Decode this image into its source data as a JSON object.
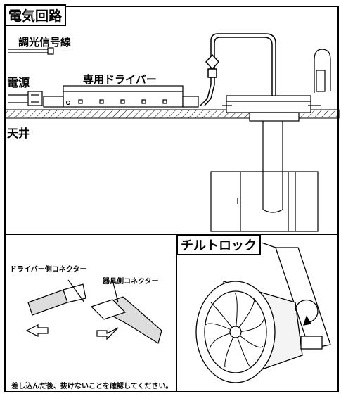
{
  "section_top": {
    "title": "電気回路",
    "dimming_line": "調光信号線",
    "power": "電源",
    "driver": "専用ドライバー",
    "ceiling": "天井"
  },
  "section_left": {
    "driver_connector": "ドライバー側コネクター",
    "fixture_connector": "器具側コネクター",
    "note": "差し込んだ後、抜けないことを確認してください。"
  },
  "section_right": {
    "title": "チルトロック"
  }
}
